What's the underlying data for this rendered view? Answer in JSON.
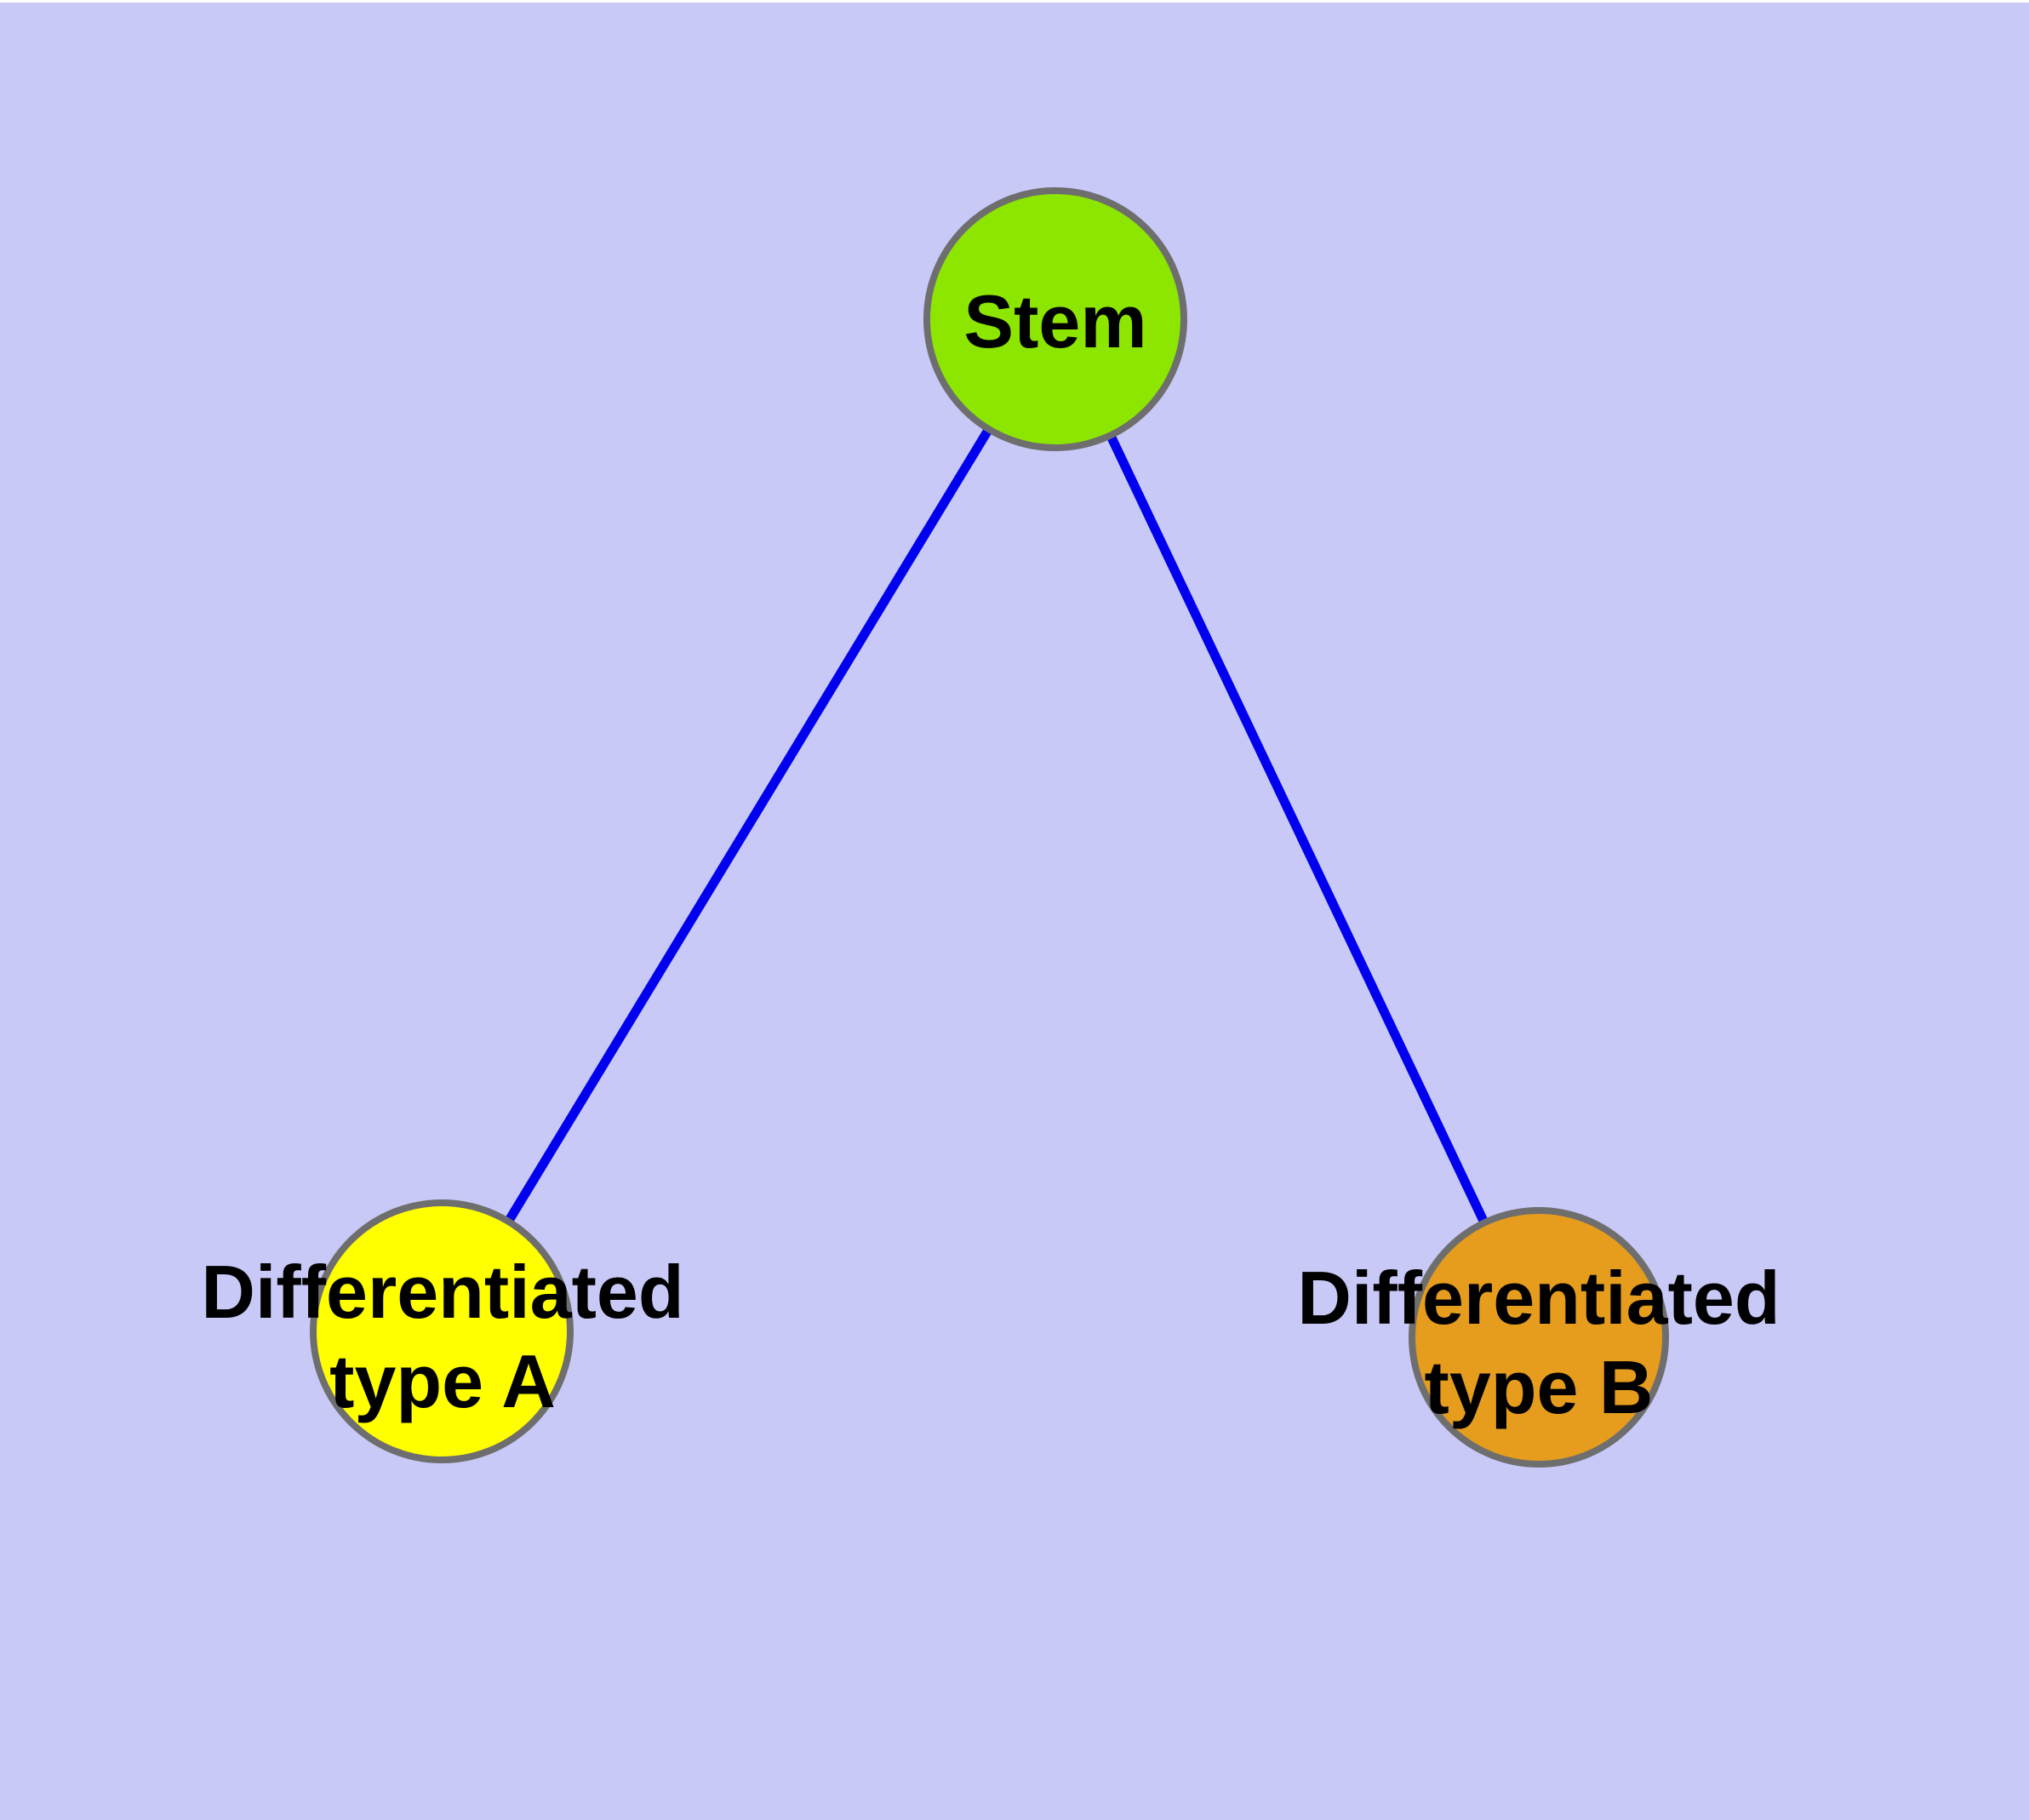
{
  "diagram": {
    "type": "graph",
    "description": "Stem cell differentiation graph with one parent node and two child nodes",
    "background_color": "#C9C9F8",
    "top_border_color": "#FFFFFF",
    "edge_color": "#0000EE",
    "node_stroke_color": "#6E6E6E",
    "text_color": "#000000",
    "nodes": [
      {
        "id": "stem",
        "label": "Stem",
        "label_line1": "Stem",
        "label_line2": "",
        "color": "#8DE600"
      },
      {
        "id": "typeA",
        "label": "Differentiated type A",
        "label_line1": "Differentiated",
        "label_line2": "type A",
        "color": "#FFFF00"
      },
      {
        "id": "typeB",
        "label": "Differentiated type B",
        "label_line1": "Differentiated",
        "label_line2": "type B",
        "color": "#E69C1D"
      }
    ],
    "edges": [
      {
        "from": "Stem",
        "to": "Differentiated type A"
      },
      {
        "from": "Stem",
        "to": "Differentiated type B"
      }
    ]
  }
}
